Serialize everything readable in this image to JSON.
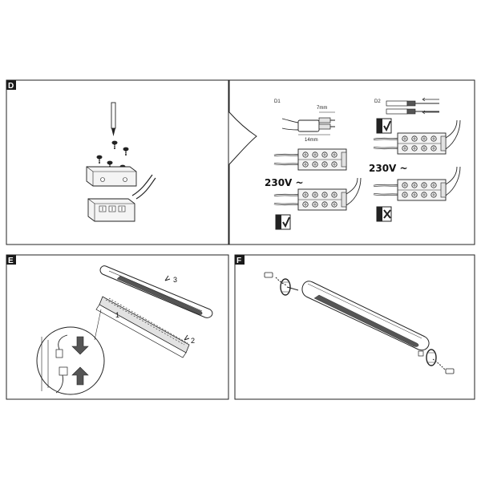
{
  "panels": {
    "d": {
      "tag": "D"
    },
    "e": {
      "tag": "E",
      "step_1": "1",
      "step_2": "2",
      "step_3": "3"
    },
    "f": {
      "tag": "F"
    }
  },
  "wiring": {
    "d1_label": "D1",
    "d2_label": "D2",
    "strip_length": "7mm",
    "sheath_length": "14mm",
    "voltage_left": "230V ~",
    "voltage_right": "230V ~"
  },
  "colors": {
    "line": "#222222",
    "tag_bg": "#1a1a1a",
    "fill_light": "#f4f4f4",
    "fill_mid": "#e2e2e2",
    "fill_dark": "#555555"
  }
}
